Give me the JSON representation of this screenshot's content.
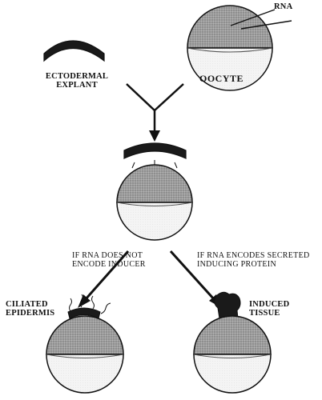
{
  "labels": {
    "rna": "RNA",
    "ectodermal_explant": [
      "ECTODERMAL",
      "EXPLANT"
    ],
    "oocyte": "OOCYTE",
    "if_not_inducer": [
      "IF RNA DOES NOT",
      "ENCODE INDUCER"
    ],
    "if_secreted_inducer": [
      "IF RNA ENCODES SECRETED",
      "INDUCING PROTEIN"
    ],
    "ciliated_epidermis": [
      "CILIATED",
      "EPIDERMIS"
    ],
    "induced_tissue": [
      "INDUCED",
      "TISSUE"
    ]
  },
  "colors": {
    "stroke": "#111111",
    "animal_hemisphere": "#9a9a9a",
    "vegetal_hemisphere": "#f2f2f2",
    "explant": "#1a1a1a"
  }
}
